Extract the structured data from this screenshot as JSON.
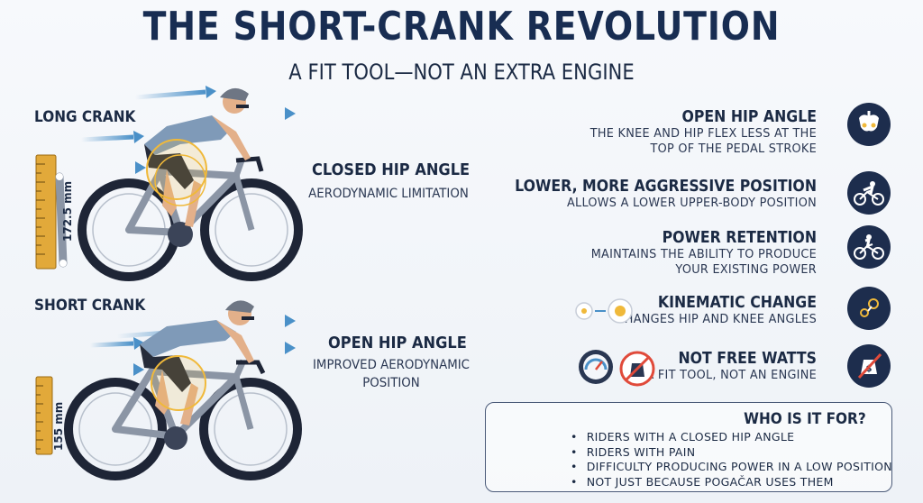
{
  "header": {
    "title": "THE SHORT-CRANK REVOLUTION",
    "subtitle": "A FIT TOOL—NOT AN EXTRA ENGINE"
  },
  "left": {
    "long": {
      "label": "LONG CRANK",
      "measure": "172.5 mm",
      "hip_title": "CLOSED HIP ANGLE",
      "hip_sub": "AERODYNAMIC LIMITATION"
    },
    "short": {
      "label": "SHORT CRANK",
      "measure": "155 mm",
      "hip_title": "OPEN HIP ANGLE",
      "hip_sub_1": "IMPROVED AERODYNAMIC",
      "hip_sub_2": "POSITION"
    }
  },
  "features": [
    {
      "title": "OPEN HIP ANGLE",
      "lines": [
        "THE KNEE AND HIP FLEX LESS AT THE",
        "TOP OF THE PEDAL STROKE"
      ],
      "icon": "pelvis-icon"
    },
    {
      "title": "LOWER, MORE AGGRESSIVE POSITION",
      "lines": [
        "ALLOWS A LOWER UPPER-BODY POSITION"
      ],
      "icon": "cyclist-icon"
    },
    {
      "title": "POWER RETENTION",
      "lines": [
        "MAINTAINS THE ABILITY TO PRODUCE",
        "YOUR EXISTING POWER"
      ],
      "icon": "cyclist-icon"
    },
    {
      "title": "KINEMATIC CHANGE",
      "lines": [
        "CHANGES HIP AND KNEE ANGLES"
      ],
      "icon": "kinematic-icon"
    },
    {
      "title": "NOT FREE WATTS",
      "lines": [
        "A FIT TOOL, NOT AN ENGINE"
      ],
      "icon": "no-money-icon"
    }
  ],
  "who": {
    "title": "WHO IS IT FOR?",
    "items": [
      "RIDERS WITH A CLOSED HIP ANGLE",
      "RIDERS WITH PAIN",
      "DIFFICULTY PRODUCING POWER IN A LOW POSITION",
      "NOT JUST BECAUSE POGAČAR USES THEM"
    ]
  },
  "colors": {
    "navy": "#1d2d4d",
    "accent_blue": "#4a90c8",
    "ruler": "#e2a93a",
    "hip_circle": "#f0b93a"
  }
}
